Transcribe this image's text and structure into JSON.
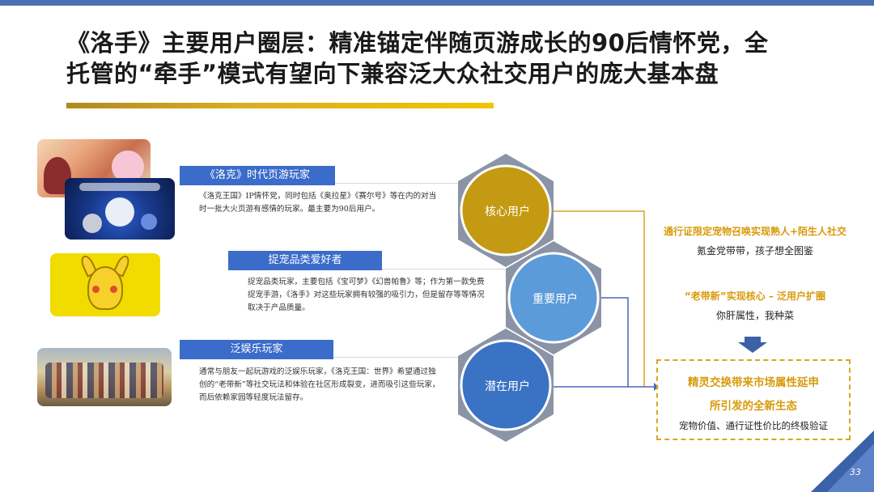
{
  "slide": {
    "title_line1": "《洛手》主要用户圈层：精准锚定伴随页游成长的90后情怀党，全",
    "title_line2": "托管的“牵手”模式有望向下兼容泛大众社交用户的庞大基本盘",
    "page_number": "33"
  },
  "segments": [
    {
      "label": "《洛克》时代页游玩家",
      "description": "《洛克王国》IP情怀党，同时包括《奥拉星》《赛尔号》等在内的对当时一批大火页游有感情的玩家。最主要为90后用户。"
    },
    {
      "label": "捉宠品类爱好者",
      "description": "捉宠品类玩家，主要包括《宝可梦》《幻兽帕鲁》等；作为第一款免费捉宠手游，《洛手》对这些玩家拥有较强的吸引力，但是留存等等情况取决于产品质量。"
    },
    {
      "label": "泛娱乐玩家",
      "description": "通常与朋友一起玩游戏的泛娱乐玩家，《洛克王国：世界》希望通过独创的“老带新”等社交玩法和体验在社区形成裂变，进而吸引这些玩家，而后依赖家园等轻度玩法留存。"
    }
  ],
  "circles": [
    {
      "label": "核心用户",
      "color": "#c49a12"
    },
    {
      "label": "重要用户",
      "color": "#5b9bd9"
    },
    {
      "label": "潜在用户",
      "color": "#3a72c4"
    }
  ],
  "right_panel": {
    "line1": "通行证限定宠物召唤实现熟人+陌生人社交",
    "line2": "氪金党带带，孩子想全图鉴",
    "line3": "“老带新”实现核心 – 泛用户扩圈",
    "line4": "你肝属性，我种菜",
    "box_line1": "精灵交换带来市场属性延申",
    "box_line2": "所引发的全新生态",
    "box_line3": "宠物价值、通行证性价比的终极验证"
  },
  "colors": {
    "accent_blue": "#3b6cc9",
    "accent_gold": "#d89a0b",
    "hex_gray": "#8a94a6"
  }
}
